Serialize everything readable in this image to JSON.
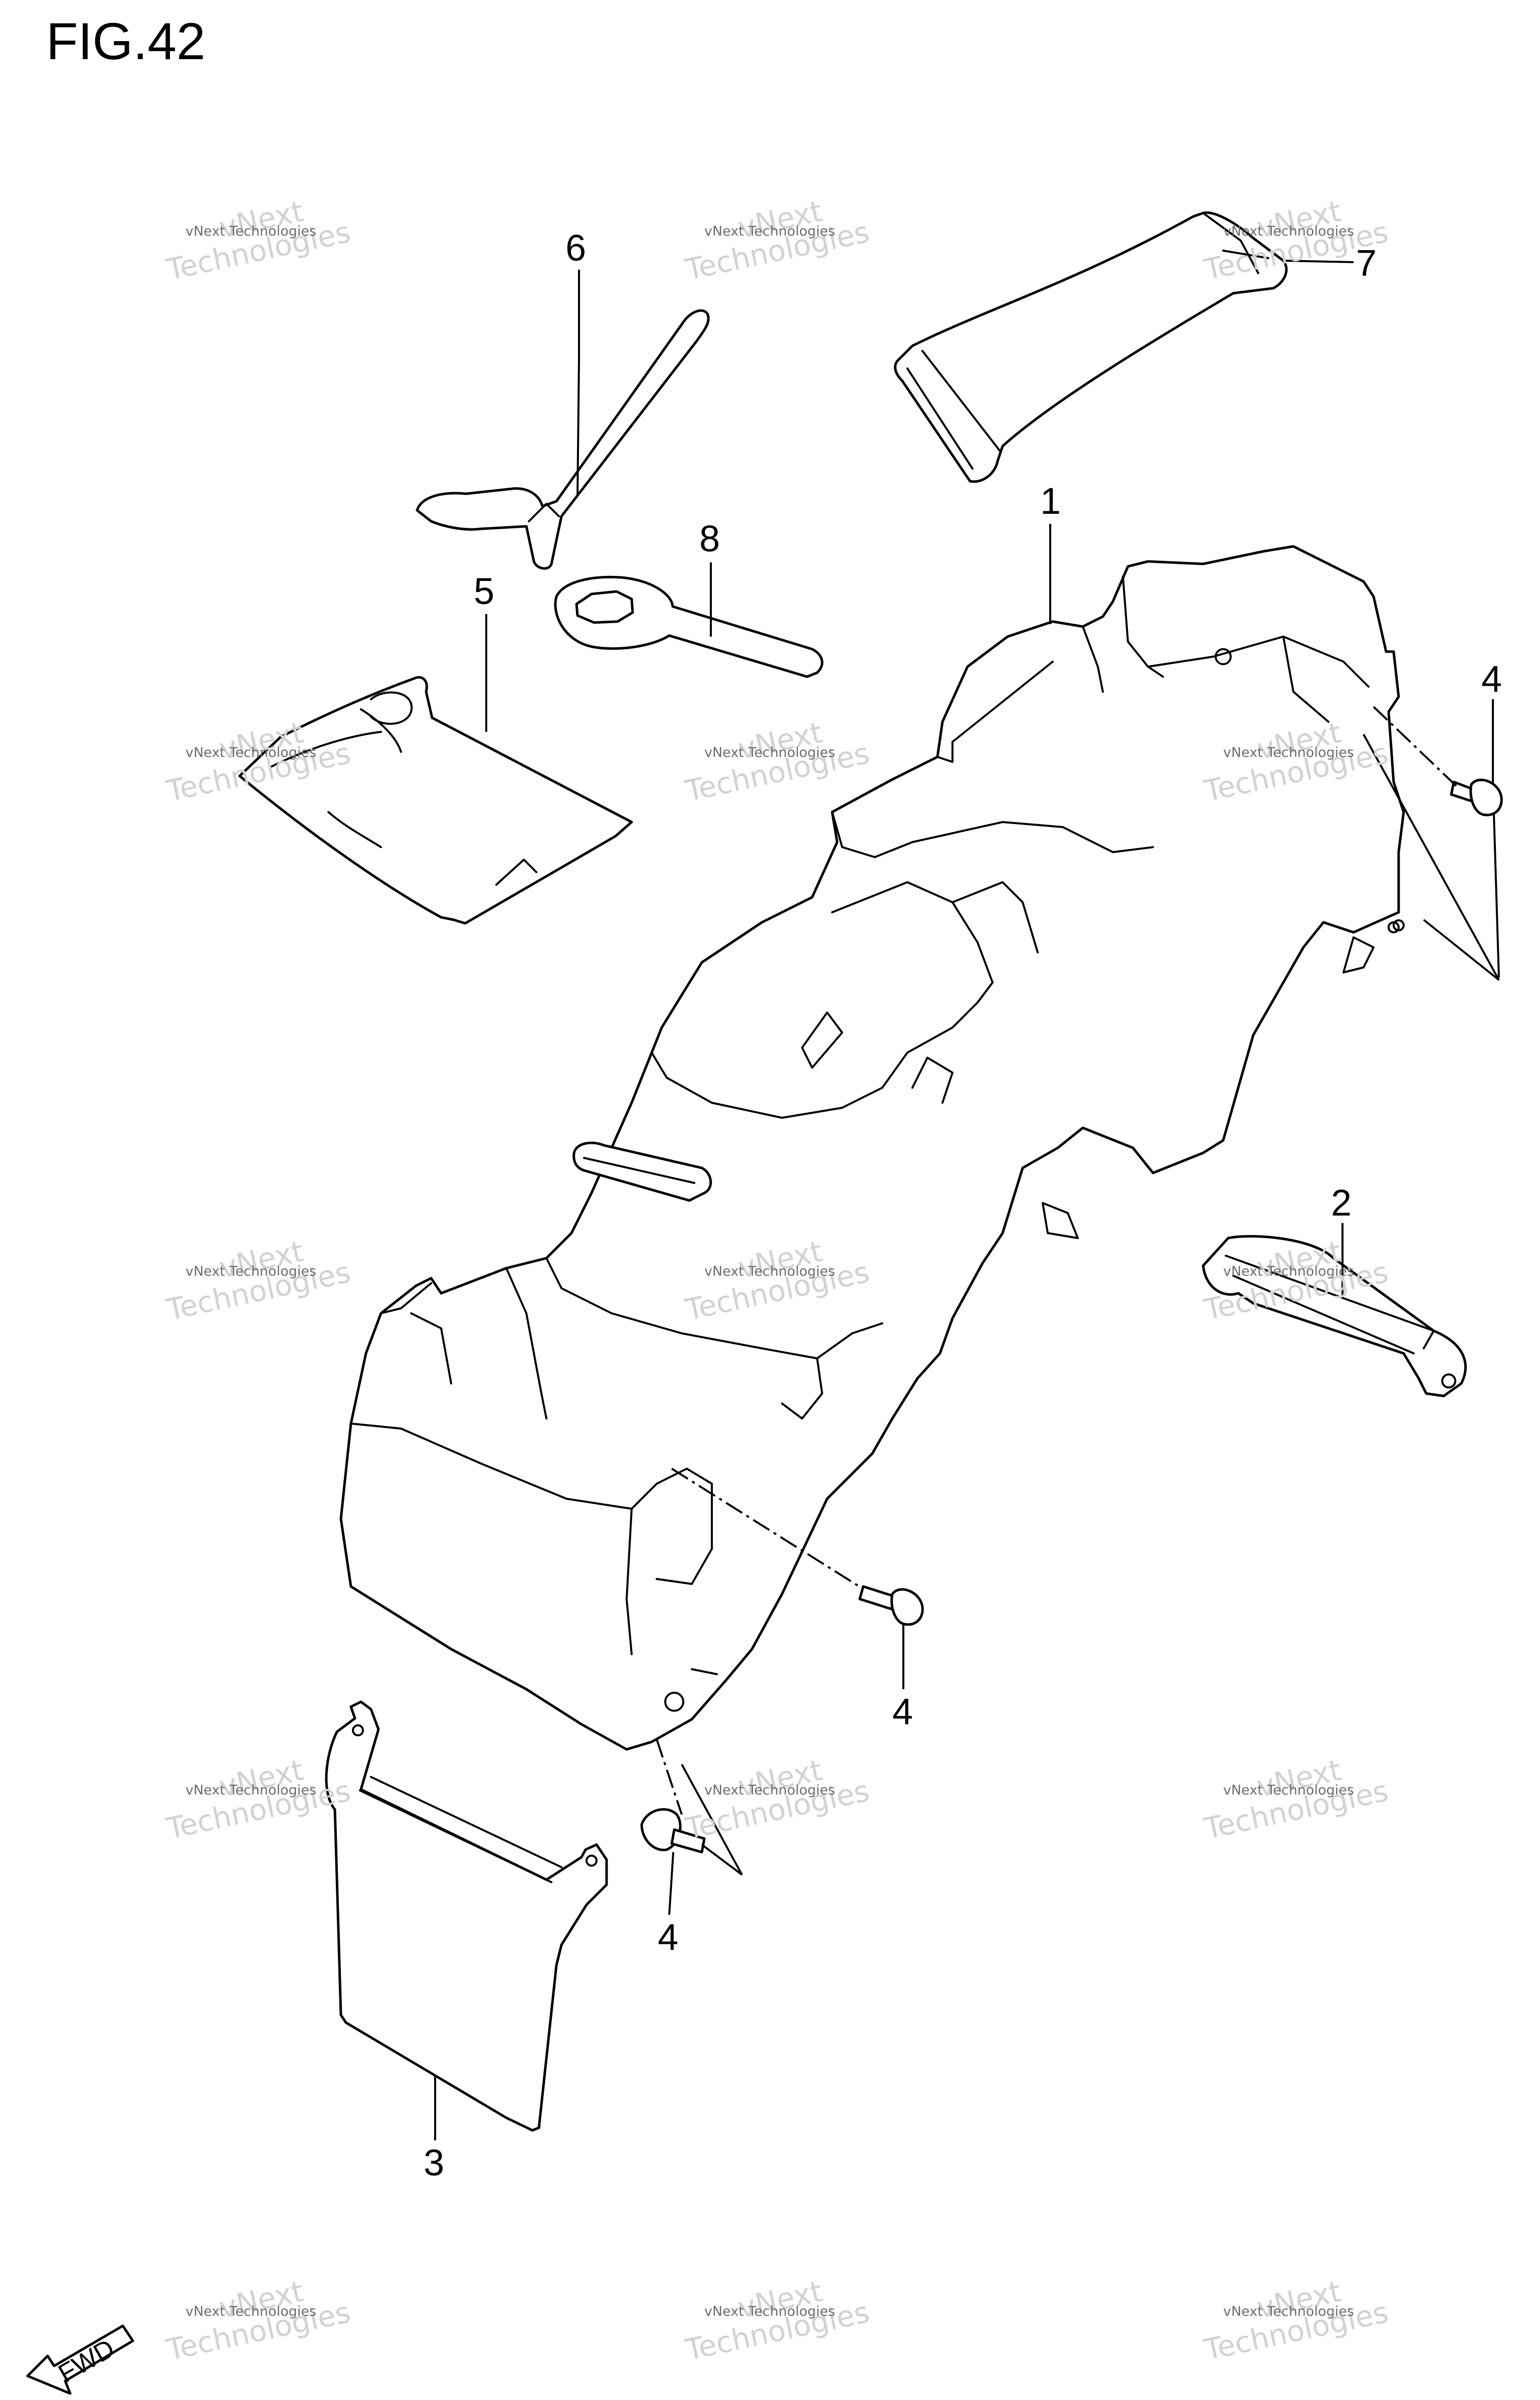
{
  "figure": {
    "title": "FIG.42",
    "fwd_label": "FWD",
    "part_labels": [
      {
        "id": "callout-1",
        "text": "1"
      },
      {
        "id": "callout-2",
        "text": "2"
      },
      {
        "id": "callout-3",
        "text": "3"
      },
      {
        "id": "callout-4-top",
        "text": "4"
      },
      {
        "id": "callout-4-mid",
        "text": "4"
      },
      {
        "id": "callout-4-bottom",
        "text": "4"
      },
      {
        "id": "callout-5",
        "text": "5"
      },
      {
        "id": "callout-6",
        "text": "6"
      },
      {
        "id": "callout-7",
        "text": "7"
      },
      {
        "id": "callout-8",
        "text": "8"
      }
    ],
    "watermark": {
      "line1": "vNext Technologies",
      "line2": "Technologies",
      "overlay": "vNext"
    }
  }
}
